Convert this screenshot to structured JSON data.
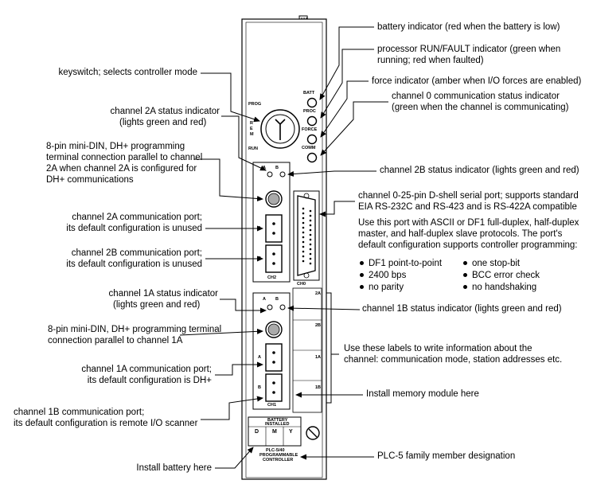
{
  "callouts": {
    "battery": "battery indicator (red when the battery is low)",
    "proc_1": "processor RUN/FAULT indicator (green when",
    "proc_2": "running; red when faulted)",
    "force": "force indicator (amber when I/O forces are enabled)",
    "ch0_status_1": "channel 0 communication status indicator",
    "ch0_status_2": "(green when the channel is communicating)",
    "keyswitch": "keyswitch; selects controller mode",
    "ch2a_status_1": "channel 2A status indicator",
    "ch2a_status_2": "(lights green and red)",
    "minidin2_1": "8-pin mini-DIN, DH+ programming",
    "minidin2_2": "terminal connection parallel to channel",
    "minidin2_3": "2A when channel 2A is configured for",
    "minidin2_4": "DH+ communications",
    "ch2b_status": "channel 2B status indicator (lights green and red)",
    "ch0_port_1": "channel 0-25-pin D-shell serial port; supports standard",
    "ch0_port_2": "EIA RS-232C and RS-423 and is RS-422A compatible",
    "ch0_use_1": "Use this port with ASCII or DF1 full-duplex, half-duplex",
    "ch0_use_2": "master, and half-duplex slave protocols.  The port's",
    "ch0_use_3": "default configuration supports controller programming:",
    "ch2a_port_1": "channel 2A communication port;",
    "ch2a_port_2": "its default configuration is unused",
    "ch2b_port_1": "channel 2B communication port;",
    "ch2b_port_2": "its default configuration is unused",
    "ch1a_status_1": "channel 1A status indicator",
    "ch1a_status_2": "(lights green and red)",
    "ch1b_status": "channel 1B status indicator (lights green and red)",
    "minidin1_1": "8-pin mini-DIN, DH+ programming terminal",
    "minidin1_2": "connection parallel to channel 1A",
    "labels_1": "Use these labels to write information about the",
    "labels_2": "channel:  communication mode, station addresses etc.",
    "ch1a_port_1": "channel 1A communication port;",
    "ch1a_port_2": "its default configuration is DH+",
    "memory": "Install memory module here",
    "ch1b_port_1": "channel 1B communication port;",
    "ch1b_port_2": "its default configuration is remote I/O scanner",
    "battery_install": "Install battery here",
    "family": "PLC-5 family member designation"
  },
  "defaults": {
    "left": [
      "DF1 point-to-point",
      "2400 bps",
      "no parity"
    ],
    "right": [
      "one stop-bit",
      "BCC error check",
      "no handshaking"
    ]
  },
  "panel": {
    "batt": "BATT",
    "proc": "PROC",
    "force": "FORCE",
    "comm": "COMM",
    "prog": "PROG",
    "rem_r": "R",
    "rem_e": "E",
    "rem_m": "M",
    "run": "RUN",
    "a": "A",
    "b": "B",
    "ch2": "CH2",
    "ch0": "CH0",
    "ch1": "CH1",
    "side_2a": "2A",
    "side_2b": "2B",
    "side_1a": "1A",
    "side_1b": "1B",
    "battery_label_1": "BATTERY",
    "battery_label_2": "INSTALLED",
    "d": "D",
    "m": "M",
    "y": "Y",
    "model_1": "PLC-5/40",
    "model_2": "PROGRAMMABLE",
    "model_3": "CONTROLLER"
  }
}
